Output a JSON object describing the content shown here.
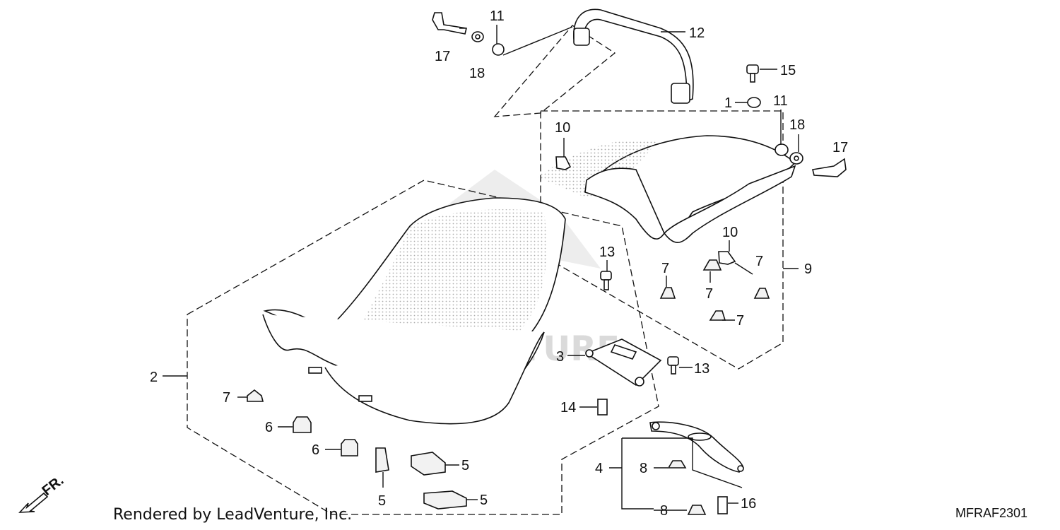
{
  "watermark": {
    "brand": "LEADVENTURE"
  },
  "front_indicator": "FR.",
  "footer": {
    "rendered_by": "Rendered by LeadVenture, Inc.",
    "diagram_code": "MFRAF2301"
  },
  "callouts": {
    "n1": "1",
    "n2": "2",
    "n3": "3",
    "n4": "4",
    "n5a": "5",
    "n5b": "5",
    "n5c": "5",
    "n6a": "6",
    "n6b": "6",
    "n7a": "7",
    "n7b": "7",
    "n7c": "7",
    "n7d": "7",
    "n7e": "7",
    "n8a": "8",
    "n8b": "8",
    "n9": "9",
    "n10a": "10",
    "n10b": "10",
    "n11a": "11",
    "n11b": "11",
    "n12": "12",
    "n13a": "13",
    "n13b": "13",
    "n14": "14",
    "n15": "15",
    "n16": "16",
    "n17a": "17",
    "n17b": "17",
    "n18a": "18",
    "n18b": "18"
  }
}
